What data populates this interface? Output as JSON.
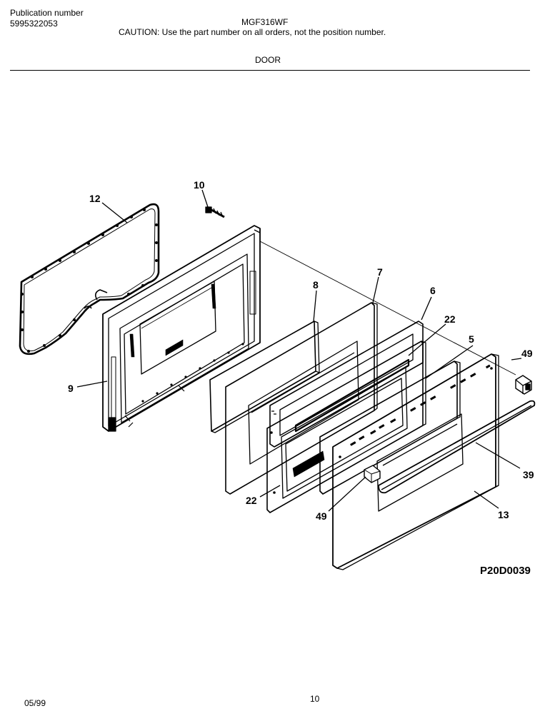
{
  "header": {
    "publication_label": "Publication number",
    "publication_number": "5995322053",
    "model": "MGF316WF",
    "caution": "CAUTION:  Use the part number on all orders, not the position number.",
    "section_title": "DOOR"
  },
  "figure": {
    "code": "P20D0039",
    "callouts": {
      "c12": "12",
      "c10": "10",
      "c9": "9",
      "c8": "8",
      "c7": "7",
      "c6": "6",
      "c22a": "22",
      "c5": "5",
      "c49a": "49",
      "c39": "39",
      "c13": "13",
      "c49b": "49",
      "c22b": "22"
    }
  },
  "footer": {
    "date": "05/99",
    "page": "10"
  }
}
